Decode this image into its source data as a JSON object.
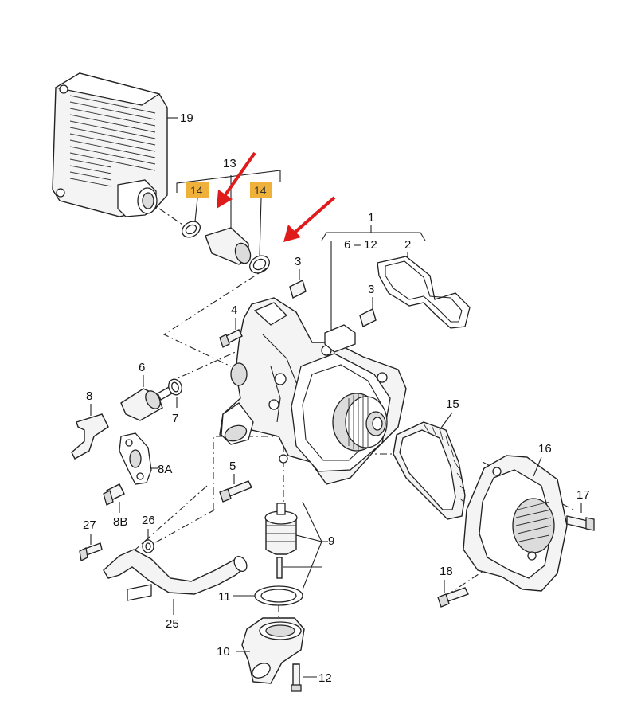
{
  "callouts": {
    "p1": "1",
    "p2": "2",
    "p3a": "3",
    "p3b": "3",
    "p4": "4",
    "p5": "5",
    "p6": "6",
    "p6_12": "6 – 12",
    "p7": "7",
    "p8": "8",
    "p8a": "8A",
    "p8b": "8B",
    "p9": "9",
    "p10": "10",
    "p11": "11",
    "p12": "12",
    "p13": "13",
    "p14a": "14",
    "p14b": "14",
    "p15": "15",
    "p16": "16",
    "p17": "17",
    "p18": "18",
    "p19": "19",
    "p25": "25",
    "p26": "26",
    "p27": "27"
  },
  "colors": {
    "highlight": "#f0b13a",
    "arrow": "#e01b1b",
    "line": "#222222"
  }
}
